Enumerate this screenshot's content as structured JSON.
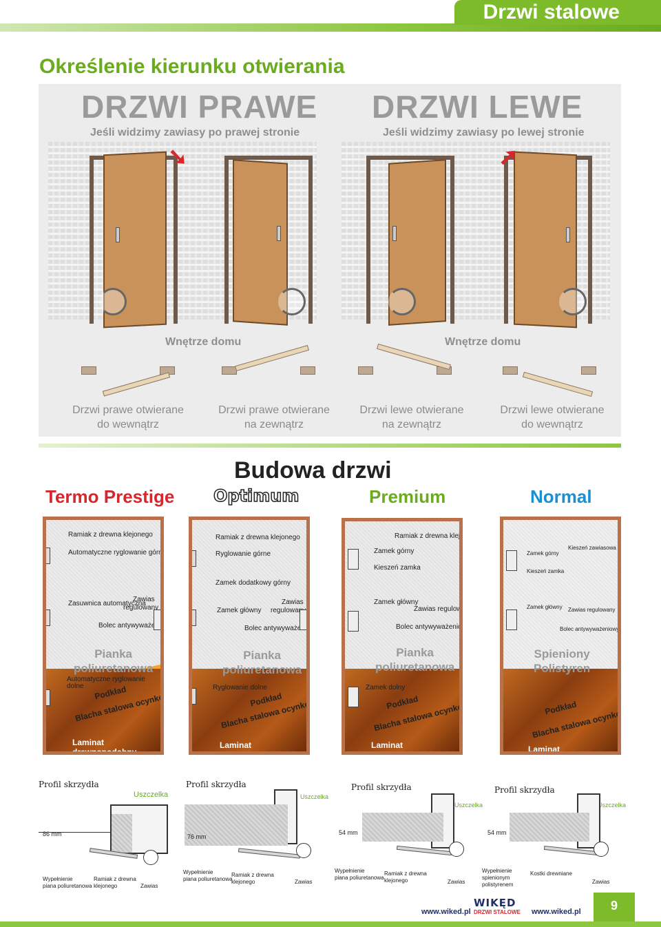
{
  "header": {
    "section_tab": "Drzwi stalowe"
  },
  "opening": {
    "title": "Określenie kierunku otwierania",
    "right": {
      "title": "DRZWI PRAWE",
      "subtitle": "Jeśli widzimy zawiasy po prawej stronie"
    },
    "left": {
      "title": "DRZWI LEWE",
      "subtitle": "Jeśli widzimy zawiasy po lewej stronie"
    },
    "interior_label": "Wnętrze domu",
    "captions": [
      {
        "line1": "Drzwi prawe otwierane",
        "line2": "do wewnątrz"
      },
      {
        "line1": "Drzwi prawe otwierane",
        "line2": "na zewnątrz"
      },
      {
        "line1": "Drzwi lewe otwierane",
        "line2": "na zewnątrz"
      },
      {
        "line1": "Drzwi lewe otwierane",
        "line2": "do wewnątrz"
      }
    ]
  },
  "construction": {
    "title": "Budowa drzwi",
    "products": [
      {
        "name": "Termo Prestige",
        "color": "#d8262d"
      },
      {
        "name": "Optimum",
        "color": "#ffffff"
      },
      {
        "name": "Premium",
        "color": "#6aab1f"
      },
      {
        "name": "Normal",
        "color": "#1a8fd1"
      }
    ],
    "doors": [
      {
        "labels": [
          "Ramiak z drewna klejonego",
          "Automatyczne ryglowanie górne",
          "Zasuwnica automatyczna",
          "Zawias",
          "regulowany",
          "Bolec antywyważeniowy",
          "Automatyczne ryglowanie",
          "dolne"
        ],
        "foam1": "Pianka",
        "foam2": "poliuretanowa",
        "podklad": "Podkład",
        "blacha": "Blacha stalowa ocynkowana",
        "laminat": "Laminat drewnopodobny"
      },
      {
        "labels": [
          "Ramiak z drewna klejonego",
          "Ryglowanie górne",
          "Zamek dodatkowy górny",
          "Zamek główny",
          "Zawias",
          "regulowany",
          "Bolec antywyważeniowy",
          "Ryglowanie dolne"
        ],
        "foam1": "Pianka",
        "foam2": "poliuretanowa",
        "podklad": "Podkład",
        "blacha": "Blacha stalowa ocynkowana",
        "laminat": "Laminat drewnopodobny"
      },
      {
        "labels": [
          "Ramiak z drewna klejonego",
          "Zamek górny",
          "Kieszeń zamka",
          "Zamek główny",
          "Zawias regulowany",
          "Bolec antywyważeniowy",
          "Zamek dolny"
        ],
        "foam1": "Pianka",
        "foam2": "poliuretanowa",
        "podklad": "Podkład",
        "blacha": "Blacha stalowa ocynkowana",
        "laminat": "Laminat drewnopodobny"
      },
      {
        "labels": [
          "Zamek górny",
          "Kieszeń zawiasowa",
          "Kieszeń zamka",
          "Zamek główny",
          "Zawias regulowany",
          "Bolec antywyważeniowy"
        ],
        "foam1": "Spieniony",
        "foam2": "Polistyren",
        "podklad": "Podkład",
        "blacha": "Blacha stalowa ocynkowana",
        "laminat": "Laminat drewnopodobny"
      }
    ]
  },
  "profiles": [
    {
      "title": "Profil skrzydła",
      "seal": "Uszczelka",
      "mm": "86 mm",
      "fill1": "Wypełnienie",
      "fill2": "piana poliuretanowa",
      "frame1": "Ramiak z drewna",
      "frame2": "klejonego",
      "hinge": "Zawias"
    },
    {
      "title": "Profil skrzydła",
      "seal": "Uszczelka",
      "mm": "76 mm",
      "fill1": "Wypełnienie",
      "fill2": "piana poliuretanowa",
      "frame1": "Ramiak z drewna",
      "frame2": "klejonego",
      "hinge": "Zawias"
    },
    {
      "title": "Profil skrzydła",
      "seal": "Uszczelka",
      "mm": "54 mm",
      "fill1": "Wypełnienie",
      "fill2": "piana poliuretanowa",
      "frame1": "Ramiak z drewna",
      "frame2": "klejonego",
      "hinge": "Zawias"
    },
    {
      "title": "Profil skrzydła",
      "seal": "Uszczelka",
      "mm": "54 mm",
      "fill1": "Wypełnienie",
      "fill2": "spienionym",
      "fill3": "polistyrenem",
      "frame1": "Kostki drewniane",
      "hinge": "Zawias"
    }
  ],
  "footer": {
    "url_left": "www.wiked.pl",
    "url_right": "www.wiked.pl",
    "logo_main": "WIKĘD",
    "logo_sub": "DRZWI STALOWE",
    "page_number": "9"
  }
}
